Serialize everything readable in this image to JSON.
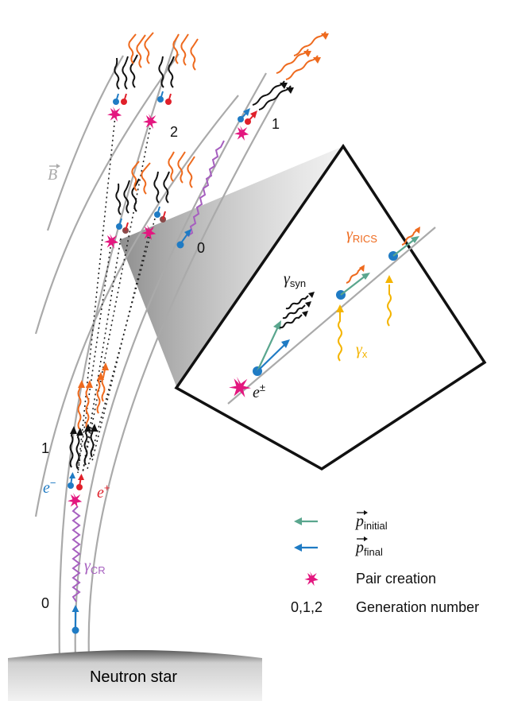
{
  "neutron_star": {
    "label": "Neutron star"
  },
  "field_label": {
    "symbol": "B"
  },
  "generation_labels": {
    "g0_bottom": "0",
    "g1_left": "1",
    "g2": "2",
    "g1_right": "1",
    "g0_mid": "0"
  },
  "particles": {
    "electron": "e",
    "electron_sup": "−",
    "positron": "e",
    "positron_sup": "+"
  },
  "photon_labels": {
    "cr": {
      "main": "γ",
      "sub": "CR"
    },
    "syn": {
      "main": "γ",
      "sub": "syn"
    },
    "rics": {
      "main": "γ",
      "sub": "RICS"
    },
    "x": {
      "main": "γ",
      "sub": "x"
    },
    "pair": {
      "main": "e",
      "sup": "±"
    }
  },
  "legend": {
    "initial": {
      "symbol": "p",
      "sub": "initial"
    },
    "final": {
      "symbol": "p",
      "sub": "final"
    },
    "pair_creation": "Pair creation",
    "generation_key": "0,1,2",
    "generation_text": "Generation number"
  },
  "colors": {
    "field_line": "#aaaaaa",
    "electron": "#1f7bc4",
    "positron": "#e0202a",
    "rics": "#ee6a1e",
    "synchrotron": "#111111",
    "curvature": "#a65fbf",
    "pair_star": "#e3177f",
    "xray": "#f4b400",
    "initial_momentum": "#5aa68e",
    "star_surface": "#777777"
  }
}
